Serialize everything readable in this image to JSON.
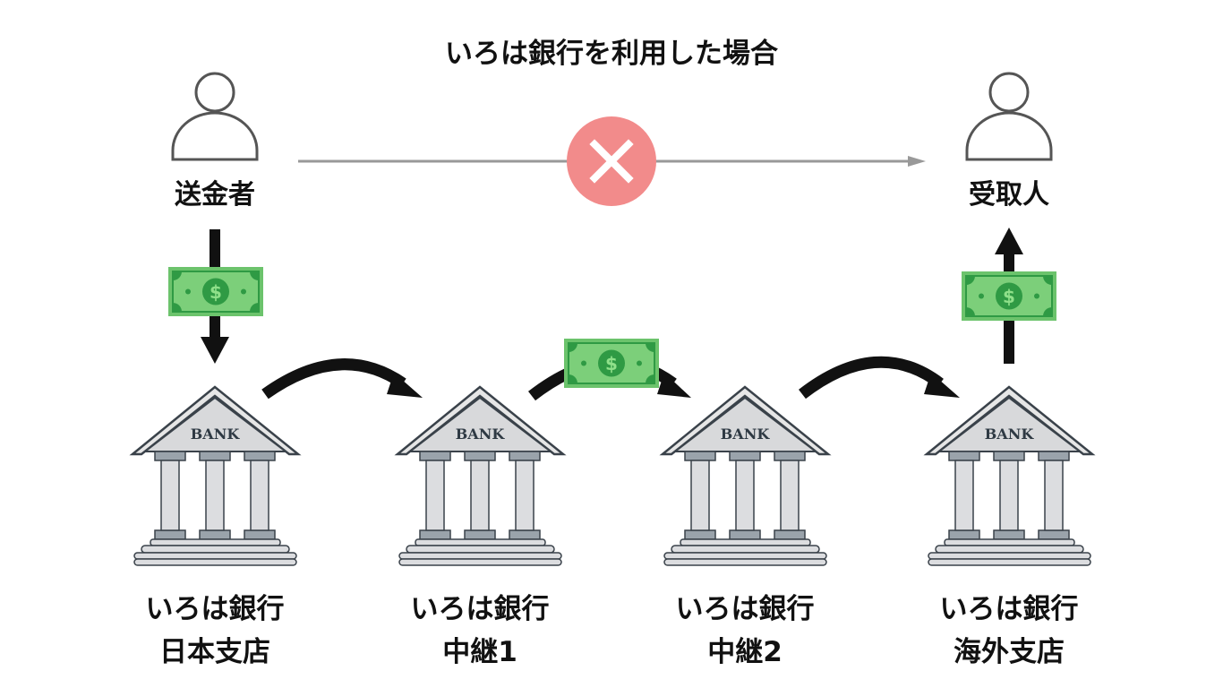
{
  "title": "いろは銀行を利用した場合",
  "sender": {
    "label": "送金者"
  },
  "receiver": {
    "label": "受取人"
  },
  "direct_transfer": {
    "status": "blocked",
    "icon": "x-icon",
    "color": "#f28b8b"
  },
  "bank_icon_text": "BANK",
  "banks": [
    {
      "line1": "いろは銀行",
      "line2": "日本支店"
    },
    {
      "line1": "いろは銀行",
      "line2": "中継1"
    },
    {
      "line1": "いろは銀行",
      "line2": "中継2"
    },
    {
      "line1": "いろは銀行",
      "line2": "海外支店"
    }
  ],
  "colors": {
    "note_fill": "#6cc36c",
    "note_dark": "#2f9a44",
    "arrow": "#111111",
    "gray_arrow": "#999999"
  }
}
